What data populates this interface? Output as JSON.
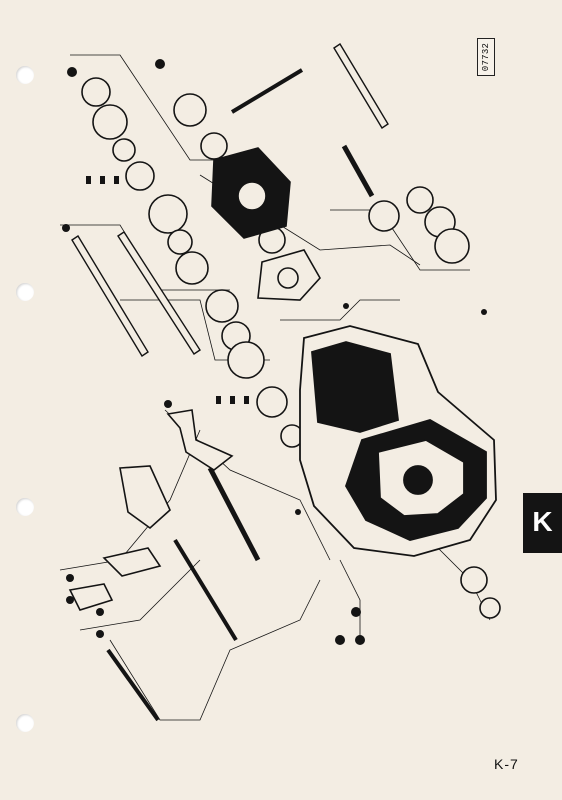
{
  "document": {
    "reference_code": "07732",
    "section_tab": "K",
    "page_number": "K-7"
  },
  "colors": {
    "paper": "#f3ede3",
    "ink": "#141414",
    "tab": "#141414"
  }
}
